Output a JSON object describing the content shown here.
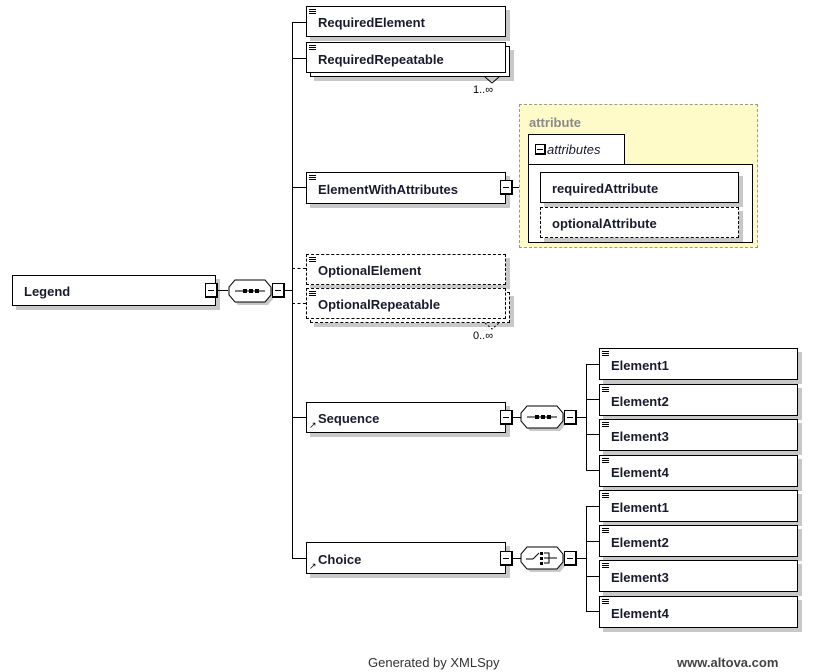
{
  "root": {
    "label": "Legend"
  },
  "children": {
    "required_element": {
      "label": "RequiredElement"
    },
    "required_repeatable": {
      "label": "RequiredRepeatable",
      "occurrence": "1..∞"
    },
    "element_with_attributes": {
      "label": "ElementWithAttributes"
    },
    "attribute_panel": {
      "title": "attribute",
      "group_label": "attributes",
      "required_attribute": "requiredAttribute",
      "optional_attribute": "optionalAttribute"
    },
    "optional_element": {
      "label": "OptionalElement"
    },
    "optional_repeatable": {
      "label": "OptionalRepeatable",
      "occurrence": "0..∞"
    },
    "sequence": {
      "label": "Sequence",
      "children": [
        "Element1",
        "Element2",
        "Element3",
        "Element4"
      ]
    },
    "choice": {
      "label": "Choice",
      "children": [
        "Element1",
        "Element2",
        "Element3",
        "Element4"
      ]
    }
  },
  "icons": {
    "element": "element-icon",
    "reference": "reference-arrow-icon",
    "collapse": "collapse-toggle-icon",
    "sequence_compositor": "sequence-compositor-icon",
    "choice_compositor": "choice-compositor-icon"
  },
  "colors": {
    "attribute_panel_bg": "#fffbc8",
    "attribute_panel_border": "#9a9a9a",
    "attribute_title": "#8a8a8a",
    "label_text": "#1a1a2e",
    "shadow": "#c8c8c8"
  },
  "footer": {
    "generated_by": "Generated by XMLSpy",
    "website": "www.altova.com"
  }
}
